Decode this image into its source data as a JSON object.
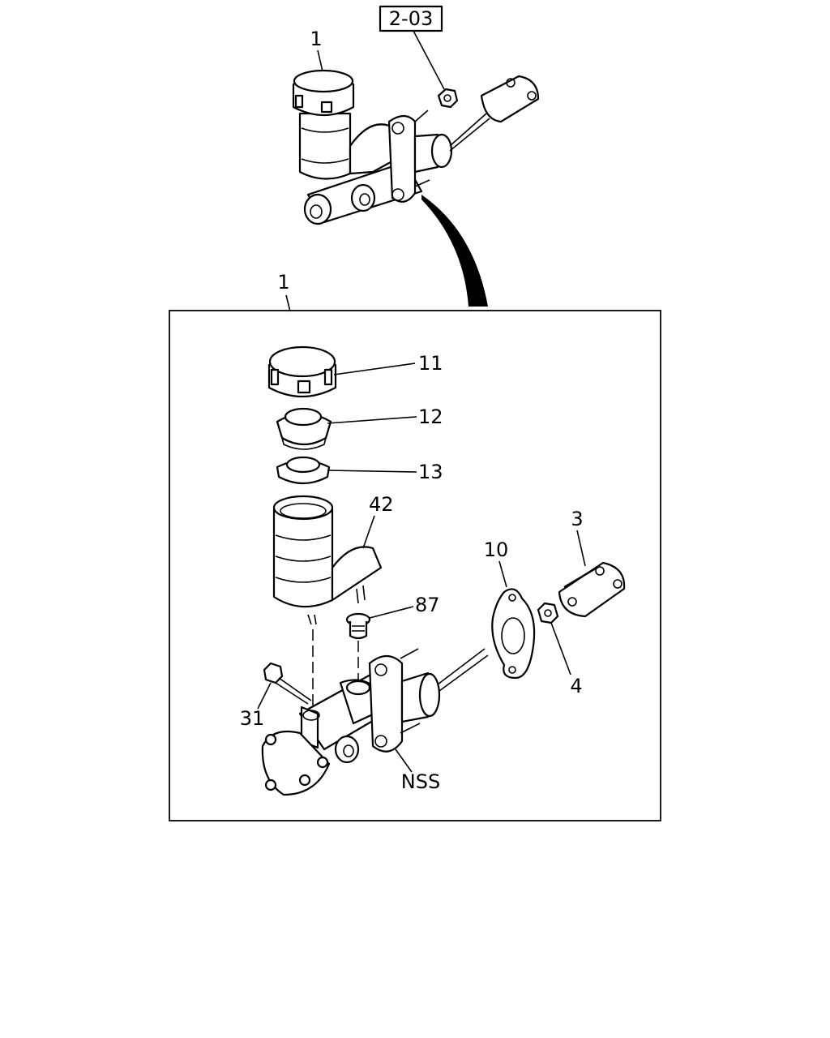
{
  "reference_box": "2-03",
  "callouts": {
    "assembly_top": "1",
    "assembly_box": "1",
    "cap": "11",
    "seal_upper": "12",
    "seal_lower": "13",
    "reservoir": "42",
    "grommet": "87",
    "clevis": "3",
    "gasket": "10",
    "nut": "4",
    "bolt": "31",
    "master_cylinder_body": "NSS"
  }
}
